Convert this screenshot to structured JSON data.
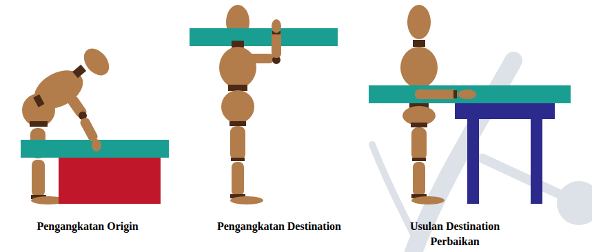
{
  "diagram": {
    "labels": [
      "Pengangkatan Origin",
      "Pengangkatan Destination",
      "Usulan Destination Perbaikan"
    ]
  }
}
